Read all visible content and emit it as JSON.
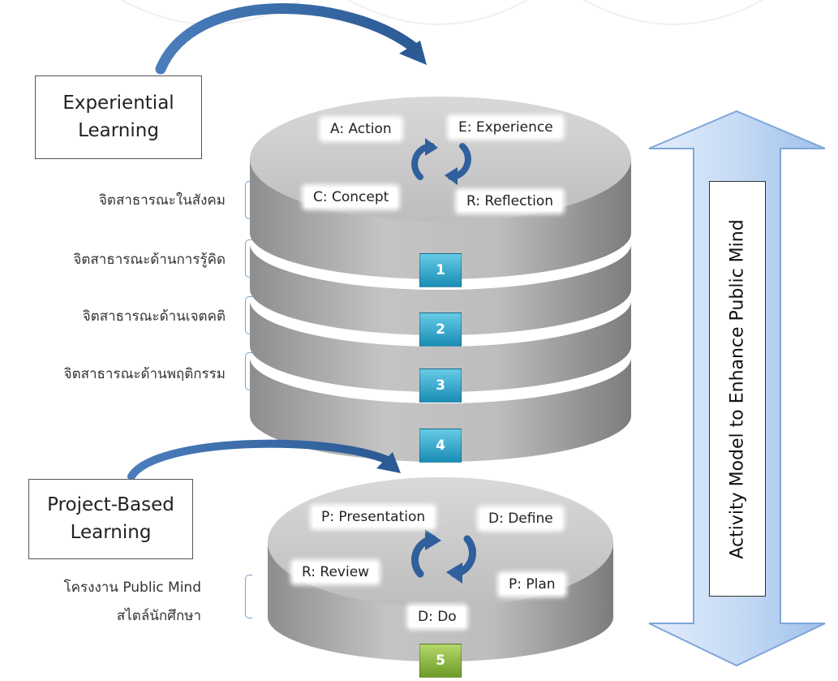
{
  "top_section": {
    "title_line1": "Experiential",
    "title_line2": "Learning",
    "cycle_labels": {
      "action": "A: Action",
      "experience": "E: Experience",
      "concept": "C: Concept",
      "reflection": "R: Reflection"
    },
    "side_labels": [
      "จิตสาธารณะในสังคม",
      "จิตสาธารณะด้านการรู้คิด",
      "จิตสาธารณะด้านเจตคติ",
      "จิตสาธารณะด้านพฤติกรรม"
    ],
    "layer_numbers": [
      "1",
      "2",
      "3",
      "4"
    ]
  },
  "bottom_section": {
    "title_line1": "Project-Based",
    "title_line2": "Learning",
    "cycle_labels": {
      "presentation": "P: Presentation",
      "define": "D: Define",
      "review": "R: Review",
      "plan": "P: Plan",
      "do": "D: Do"
    },
    "side_label_line1": "โครงงาน Public Mind",
    "side_label_line2": "สไตล์นักศึกษา",
    "layer_number": "5"
  },
  "vertical_label": "Activity Model to Enhance Public Mind",
  "colors": {
    "arrow_blue": "#3e6fa8",
    "double_arrow_fill": "#c9dcf5",
    "cylinder_gray": "#b8b8b8",
    "number_blue": "#2aa3c9",
    "number_green": "#8cb43c"
  }
}
